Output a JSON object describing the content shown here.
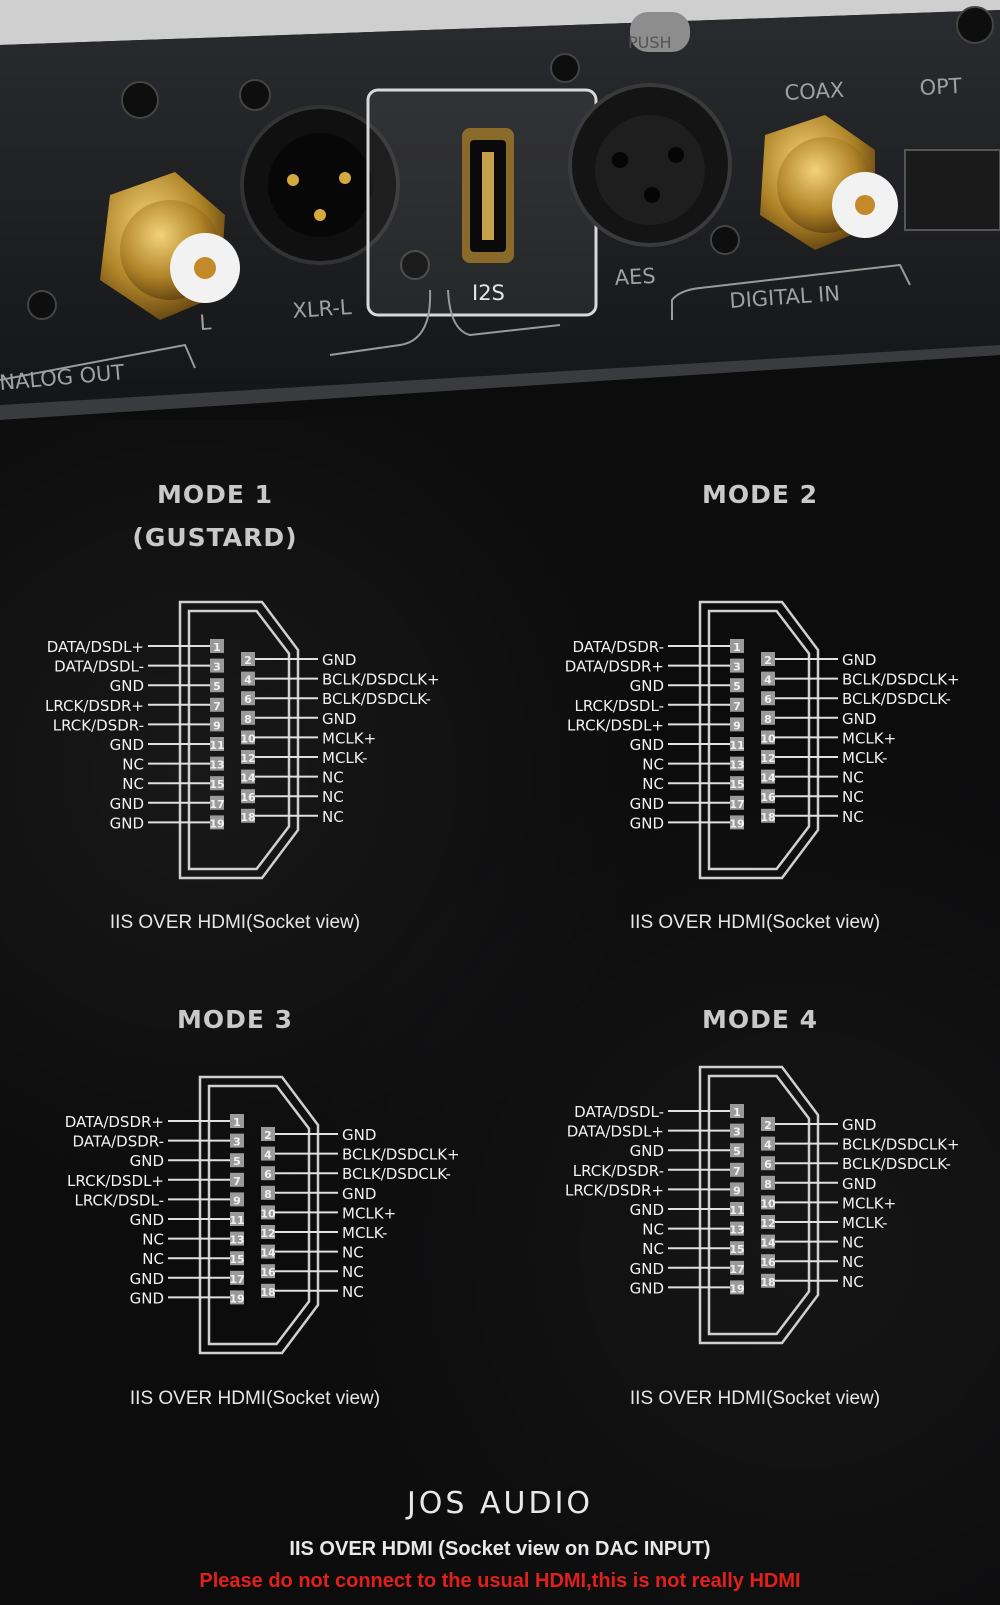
{
  "photo": {
    "labels": {
      "push": "PUSH",
      "coax": "COAX",
      "opt": "OPT",
      "aes": "AES",
      "i2s": "I2S",
      "xlr_l": "XLR-L",
      "l": "L",
      "analog_out": "NALOG OUT",
      "digital_in": "DIGITAL IN"
    }
  },
  "modes": [
    {
      "title": "MODE 1",
      "subtitle": "(GUSTARD)",
      "left": [
        {
          "pin": "1",
          "label": "DATA/DSDL+"
        },
        {
          "pin": "3",
          "label": "DATA/DSDL-"
        },
        {
          "pin": "5",
          "label": "GND"
        },
        {
          "pin": "7",
          "label": "LRCK/DSDR+"
        },
        {
          "pin": "9",
          "label": "LRCK/DSDR-"
        },
        {
          "pin": "11",
          "label": "GND"
        },
        {
          "pin": "13",
          "label": "NC"
        },
        {
          "pin": "15",
          "label": "NC"
        },
        {
          "pin": "17",
          "label": "GND"
        },
        {
          "pin": "19",
          "label": "GND"
        }
      ],
      "right": [
        {
          "pin": "2",
          "label": "GND"
        },
        {
          "pin": "4",
          "label": "BCLK/DSDCLK+"
        },
        {
          "pin": "6",
          "label": "BCLK/DSDCLK-"
        },
        {
          "pin": "8",
          "label": "GND"
        },
        {
          "pin": "10",
          "label": "MCLK+"
        },
        {
          "pin": "12",
          "label": "MCLK-"
        },
        {
          "pin": "14",
          "label": "NC"
        },
        {
          "pin": "16",
          "label": "NC"
        },
        {
          "pin": "18",
          "label": "NC"
        }
      ],
      "caption": "IIS OVER HDMI(Socket view)"
    },
    {
      "title": "MODE 2",
      "subtitle": "",
      "left": [
        {
          "pin": "1",
          "label": "DATA/DSDR-"
        },
        {
          "pin": "3",
          "label": "DATA/DSDR+"
        },
        {
          "pin": "5",
          "label": "GND"
        },
        {
          "pin": "7",
          "label": "LRCK/DSDL-"
        },
        {
          "pin": "9",
          "label": "LRCK/DSDL+"
        },
        {
          "pin": "11",
          "label": "GND"
        },
        {
          "pin": "13",
          "label": "NC"
        },
        {
          "pin": "15",
          "label": "NC"
        },
        {
          "pin": "17",
          "label": "GND"
        },
        {
          "pin": "19",
          "label": "GND"
        }
      ],
      "right": [
        {
          "pin": "2",
          "label": "GND"
        },
        {
          "pin": "4",
          "label": "BCLK/DSDCLK+"
        },
        {
          "pin": "6",
          "label": "BCLK/DSDCLK-"
        },
        {
          "pin": "8",
          "label": "GND"
        },
        {
          "pin": "10",
          "label": "MCLK+"
        },
        {
          "pin": "12",
          "label": "MCLK-"
        },
        {
          "pin": "14",
          "label": "NC"
        },
        {
          "pin": "16",
          "label": "NC"
        },
        {
          "pin": "18",
          "label": "NC"
        }
      ],
      "caption": "IIS OVER HDMI(Socket view)"
    },
    {
      "title": "MODE 3",
      "subtitle": "",
      "left": [
        {
          "pin": "1",
          "label": "DATA/DSDR+"
        },
        {
          "pin": "3",
          "label": "DATA/DSDR-"
        },
        {
          "pin": "5",
          "label": "GND"
        },
        {
          "pin": "7",
          "label": "LRCK/DSDL+"
        },
        {
          "pin": "9",
          "label": "LRCK/DSDL-"
        },
        {
          "pin": "11",
          "label": "GND"
        },
        {
          "pin": "13",
          "label": "NC"
        },
        {
          "pin": "15",
          "label": "NC"
        },
        {
          "pin": "17",
          "label": "GND"
        },
        {
          "pin": "19",
          "label": "GND"
        }
      ],
      "right": [
        {
          "pin": "2",
          "label": "GND"
        },
        {
          "pin": "4",
          "label": "BCLK/DSDCLK+"
        },
        {
          "pin": "6",
          "label": "BCLK/DSDCLK-"
        },
        {
          "pin": "8",
          "label": "GND"
        },
        {
          "pin": "10",
          "label": "MCLK+"
        },
        {
          "pin": "12",
          "label": "MCLK-"
        },
        {
          "pin": "14",
          "label": "NC"
        },
        {
          "pin": "16",
          "label": "NC"
        },
        {
          "pin": "18",
          "label": "NC"
        }
      ],
      "caption": "IIS OVER HDMI(Socket view)"
    },
    {
      "title": "MODE 4",
      "subtitle": "",
      "left": [
        {
          "pin": "1",
          "label": "DATA/DSDL-"
        },
        {
          "pin": "3",
          "label": "DATA/DSDL+"
        },
        {
          "pin": "5",
          "label": "GND"
        },
        {
          "pin": "7",
          "label": "LRCK/DSDR-"
        },
        {
          "pin": "9",
          "label": "LRCK/DSDR+"
        },
        {
          "pin": "11",
          "label": "GND"
        },
        {
          "pin": "13",
          "label": "NC"
        },
        {
          "pin": "15",
          "label": "NC"
        },
        {
          "pin": "17",
          "label": "GND"
        },
        {
          "pin": "19",
          "label": "GND"
        }
      ],
      "right": [
        {
          "pin": "2",
          "label": "GND"
        },
        {
          "pin": "4",
          "label": "BCLK/DSDCLK+"
        },
        {
          "pin": "6",
          "label": "BCLK/DSDCLK-"
        },
        {
          "pin": "8",
          "label": "GND"
        },
        {
          "pin": "10",
          "label": "MCLK+"
        },
        {
          "pin": "12",
          "label": "MCLK-"
        },
        {
          "pin": "14",
          "label": "NC"
        },
        {
          "pin": "16",
          "label": "NC"
        },
        {
          "pin": "18",
          "label": "NC"
        }
      ],
      "caption": "IIS OVER HDMI(Socket view)"
    }
  ],
  "footer": {
    "brand": "JOS AUDIO",
    "subtitle": "IIS OVER HDMI (Socket view on DAC INPUT)",
    "warning": "Please do not connect to the usual HDMI,this is not really HDMI",
    "warning_color": "#e0201c"
  }
}
